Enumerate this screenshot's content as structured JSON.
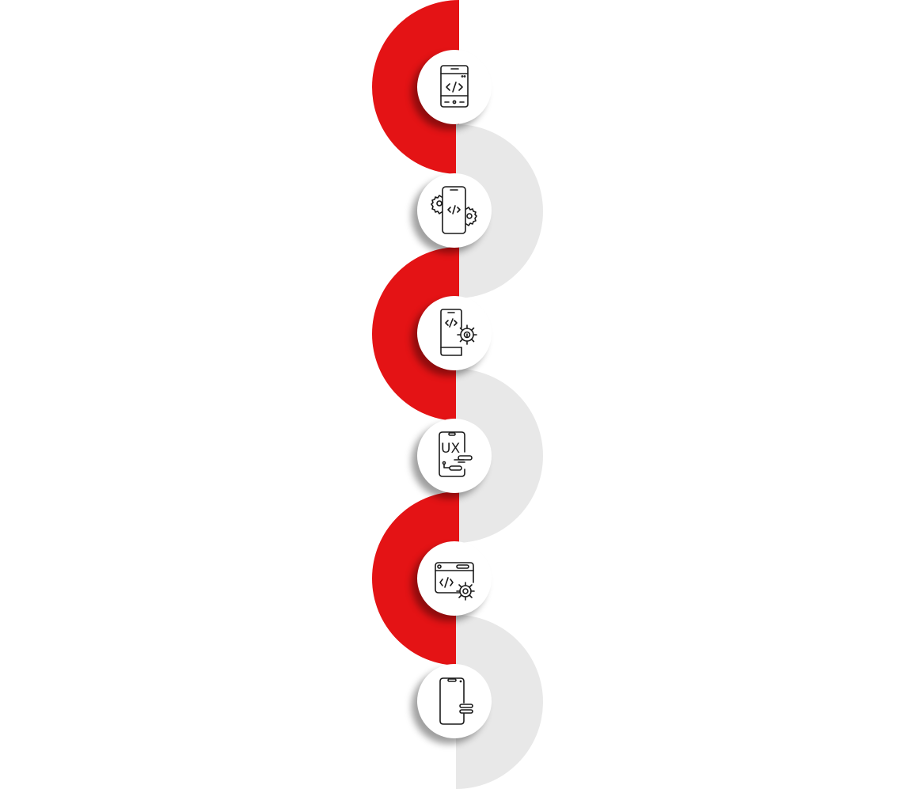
{
  "diagram": {
    "colors": {
      "accent": "#e41315",
      "neutral": "#e8e8e8",
      "node": "#ffffff",
      "icon": "#1a1a1a"
    },
    "steps": [
      {
        "icon": "mobile-code-window-icon",
        "arc_color": "accent"
      },
      {
        "icon": "mobile-code-gears-icon",
        "arc_color": "neutral"
      },
      {
        "icon": "mobile-code-settings-icon",
        "arc_color": "accent"
      },
      {
        "icon": "mobile-ux-flow-icon",
        "ux_text": "UX",
        "arc_color": "neutral"
      },
      {
        "icon": "browser-code-settings-icon",
        "arc_color": "accent"
      },
      {
        "icon": "mobile-toggle-icon",
        "arc_color": "neutral"
      }
    ]
  }
}
